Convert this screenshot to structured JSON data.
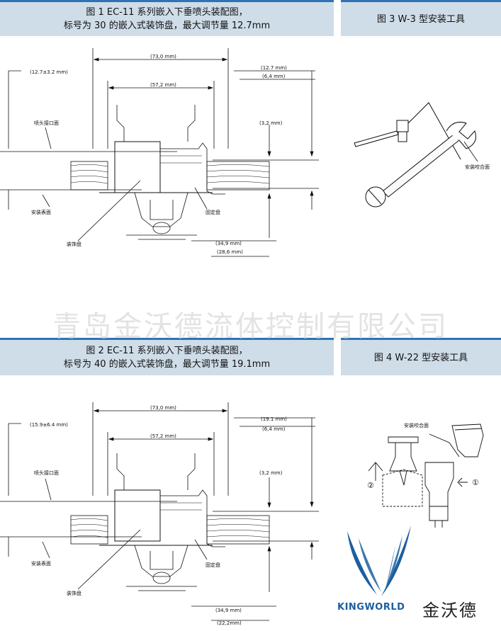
{
  "watermark": "青岛金沃德流体控制有限公司",
  "fig1": {
    "title_line1": "图 1  EC-11 系列嵌入下垂喷头装配图，",
    "title_line2": "标号为 30 的嵌入式装饰盘，最大调节量 12.7mm",
    "dims": {
      "overall_width": "(73,0 mm)",
      "inner_width": "(57,2 mm)",
      "left_adjust": "(12.7±3.2 mm)",
      "right_top": "(12.7 mm)",
      "right_second": "(6,4 mm)",
      "gap": "(3,2 mm)",
      "bottom1": "(34,9 mm)",
      "bottom2": "(28,6 mm)"
    },
    "labels": {
      "nozzle_face": "喷头接口面",
      "mount_surface": "安装表面",
      "fixed_plate": "固定盘",
      "escutcheon": "装饰盘"
    }
  },
  "fig2": {
    "title_line1": "图 2  EC-11 系列嵌入下垂喷头装配图，",
    "title_line2": "标号为 40 的嵌入式装饰盘，最大调节量 19.1mm",
    "dims": {
      "overall_width": "(73,0 mm)",
      "inner_width": "(57,2 mm)",
      "left_adjust": "(15.9±6.4 mm)",
      "right_top": "(19.1 mm)",
      "right_second": "(6,4 mm)",
      "gap": "(3,2 mm)",
      "bottom1": "(34,9 mm)",
      "bottom2": "(22,2mm)"
    },
    "labels": {
      "nozzle_face": "喷头接口面",
      "mount_surface": "安装表面",
      "fixed_plate": "固定盘",
      "escutcheon": "装饰盘"
    }
  },
  "fig3": {
    "title": "图 3  W-3 型安装工具",
    "label": "安装咬合面"
  },
  "fig4": {
    "title": "图 4  W-22 型安装工具",
    "label": "安装咬合面",
    "step1": "①",
    "step2": "②"
  },
  "brand": {
    "name_en": "KINGWORLD",
    "name_cn": "金沃德"
  },
  "colors": {
    "header_bg": "#cfdde9",
    "header_border": "#2f73b5",
    "brand_blue": "#1c5f9e"
  }
}
